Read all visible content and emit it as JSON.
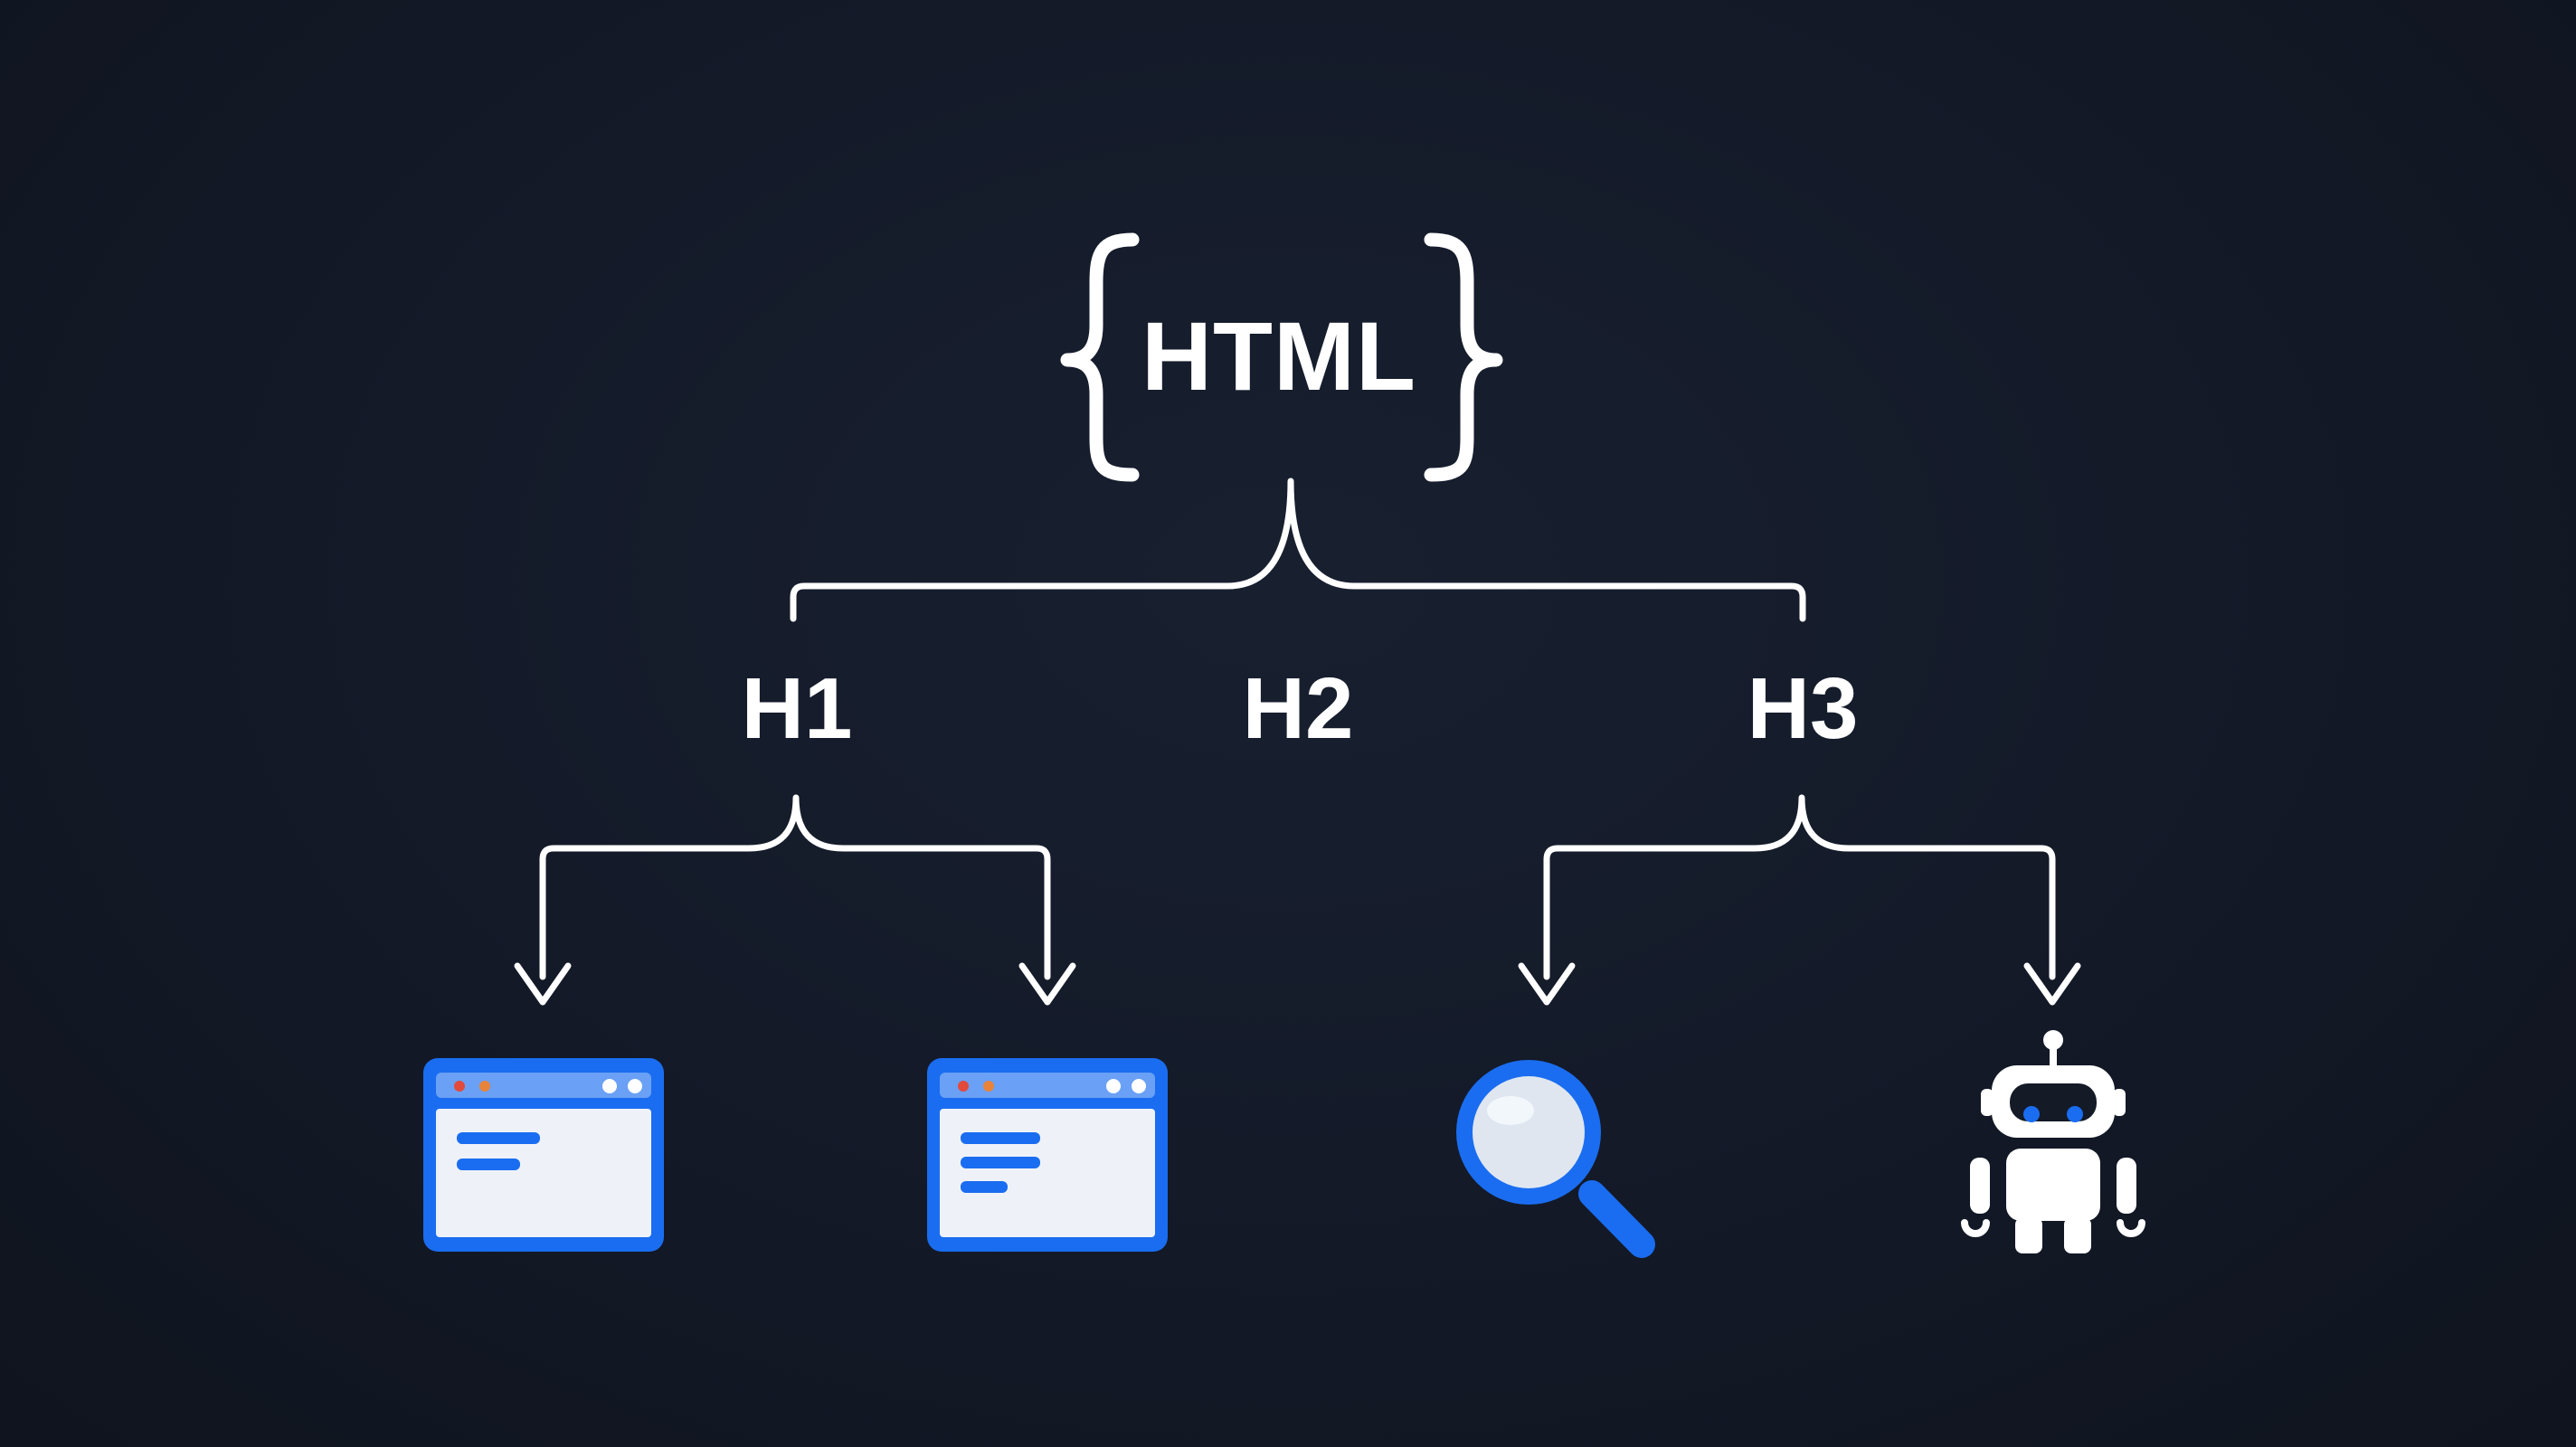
{
  "root": {
    "label": "HTML"
  },
  "children": [
    {
      "label": "H1"
    },
    {
      "label": "H2"
    },
    {
      "label": "H3"
    }
  ],
  "leaves": [
    {
      "parent": "H1",
      "icon": "browser-window-icon"
    },
    {
      "parent": "H1",
      "icon": "browser-window-icon"
    },
    {
      "parent": "H3",
      "icon": "magnifier-search-icon"
    },
    {
      "parent": "H3",
      "icon": "robot-icon"
    }
  ],
  "colors": {
    "background": "#141a26",
    "line": "#ffffff",
    "accent_blue": "#1a6df0",
    "light_blue": "#6aa0f5",
    "panel": "#eef2f8",
    "dot_red": "#e24a3b",
    "dot_orange": "#e8833a"
  }
}
